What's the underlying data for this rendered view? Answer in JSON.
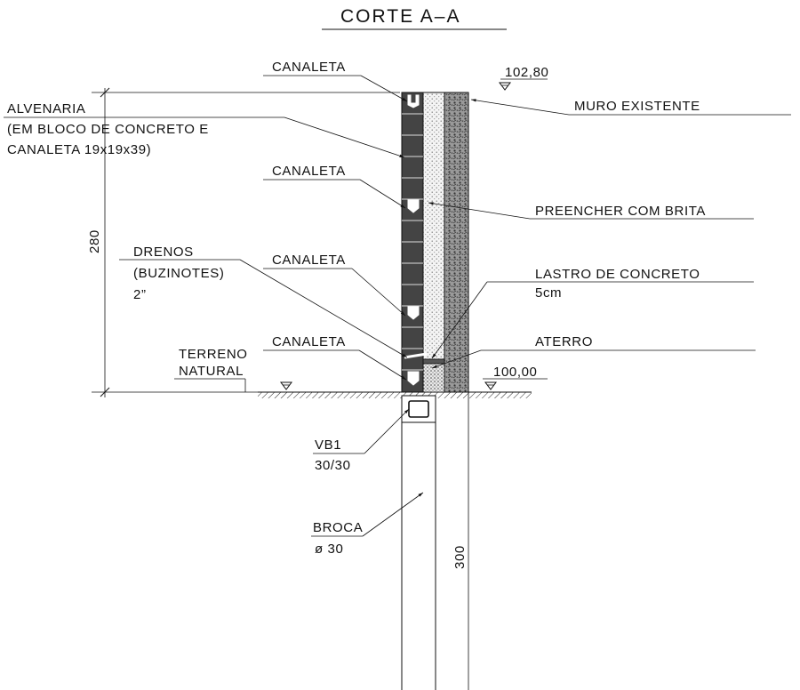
{
  "title": "CORTE A–A",
  "labels": {
    "canaleta": "CANALETA",
    "alvenaria_1": "ALVENARIA",
    "alvenaria_2": "(EM BLOCO DE CONCRETO E",
    "alvenaria_3": "CANALETA 19x19x39)",
    "drenos_1": "DRENOS",
    "drenos_2": "(BUZINOTES)",
    "drenos_3": "2”",
    "terreno_1": "TERRENO",
    "terreno_2": "NATURAL",
    "muro": "MURO EXISTENTE",
    "brita": "PREENCHER COM BRITA",
    "lastro_1": "LASTRO DE CONCRETO",
    "lastro_2": "5cm",
    "aterro": "ATERRO",
    "vb1_1": "VB1",
    "vb1_2": "30/30",
    "broca_1": "BROCA",
    "broca_2": "ø 30"
  },
  "elevations": {
    "top": "102,80",
    "ground": "100,00"
  },
  "dimensions": {
    "wall_height": "280",
    "pile_length": "300"
  }
}
